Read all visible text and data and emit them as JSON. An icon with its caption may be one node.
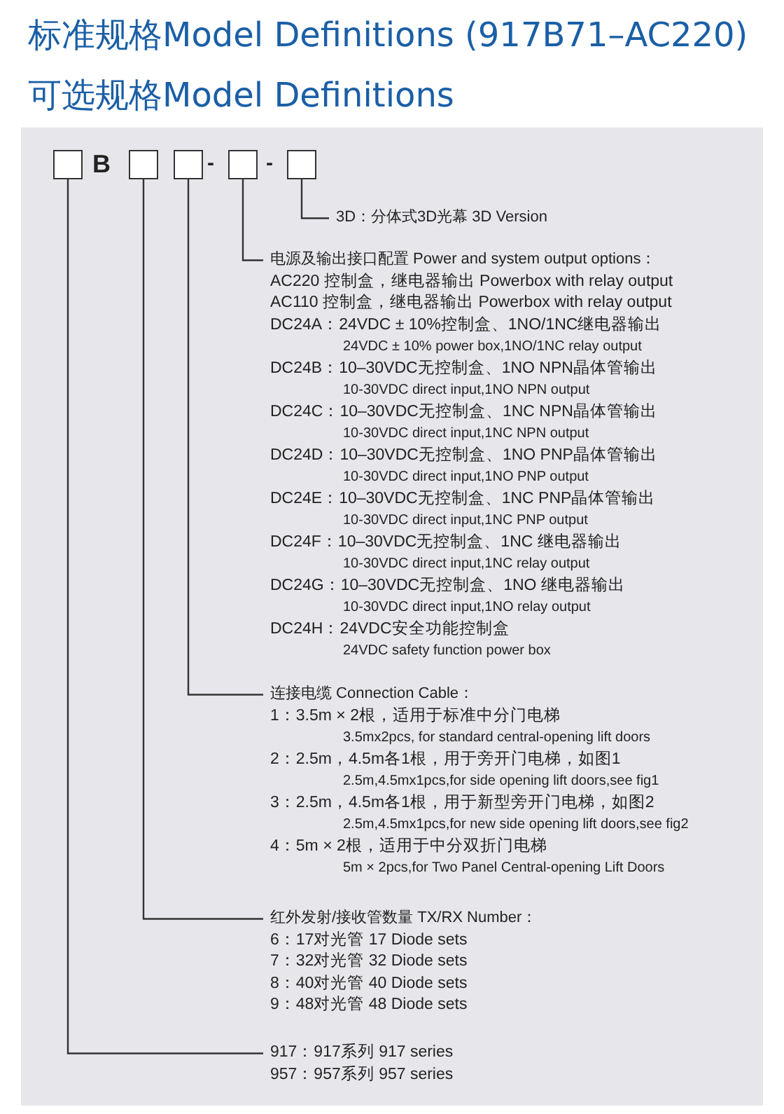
{
  "diagram": {
    "title": "标准规格Model Definitions (917B71–AC220)",
    "nodes": [
      {
        "text": [],
        "shape": "box"
      },
      {
        "text": [],
        "shape": "box"
      },
      {
        "text": [],
        "shape": "box"
      },
      {
        "text": [],
        "shape": "box"
      },
      {
        "text": [],
        "shape": "box"
      },
      {
        "text": [
          "3D：分体式3D光幕 3D Version"
        ]
      },
      {
        "text": [
          "电源及输出接口配置 Power and system output options：",
          "AC220 控制盒，继电器输出 Powerbox with relay output",
          "AC110 控制盒，继电器输出 Powerbox with relay output",
          "DC24A：24VDC ± 10%控制盒、1NO/1NC继电器输出",
          "24VDC ± 10% power box,1NO/1NC relay output",
          "DC24B：10–30VDC无控制盒、1NO NPN晶体管输出",
          "10-30VDC direct input,1NO NPN output",
          "DC24C：10–30VDC无控制盒、1NC NPN晶体管输出",
          "10-30VDC direct input,1NC NPN output",
          "DC24D：10–30VDC无控制盒、1NO PNP晶体管输出",
          "10-30VDC direct input,1NO PNP output",
          "DC24E：10–30VDC无控制盒、1NC PNP晶体管输出",
          "10-30VDC direct input,1NC PNP output",
          "DC24F：10–30VDC无控制盒、1NC 继电器输出",
          "10-30VDC direct input,1NC relay output",
          "DC24G：10–30VDC无控制盒、1NO 继电器输出",
          "10-30VDC direct input,1NO relay output",
          "DC24H：24VDC安全功能控制盒",
          "24VDC safety function power box"
        ]
      },
      {
        "text": [
          "连接电缆 Connection Cable：",
          "1：3.5m × 2根，适用于标准中分门电梯",
          "3.5mx2pcs, for standard central-opening lift doors",
          "2：2.5m，4.5m各1根，用于旁开门电梯，如图1",
          "2.5m,4.5mx1pcs,for side opening lift doors,see fig1",
          "3：2.5m，4.5m各1根，用于新型旁开门电梯，如图2",
          "2.5m,4.5mx1pcs,for new side opening lift doors,see fig2",
          "4：5m × 2根，适用于中分双折门电梯",
          "5m × 2pcs,for Two Panel Central-opening Lift Doors"
        ]
      },
      {
        "text": [
          "红外发射/接收管数量 TX/RX Number：",
          "6：17对光管  17 Diode sets",
          "7：32对光管  32 Diode sets",
          "8：40对光管  40 Diode sets",
          "9：48对光管  48 Diode sets"
        ]
      },
      {
        "text": [
          "917：917系列 917 series",
          "957：957系列 957 series"
        ]
      }
    ],
    "edges": [
      {
        "from": 0,
        "to": 9,
        "arrow": "none"
      },
      {
        "from": 1,
        "to": 8,
        "arrow": "none"
      },
      {
        "from": 2,
        "to": 7,
        "arrow": "none"
      },
      {
        "from": 3,
        "to": 6,
        "arrow": "none"
      },
      {
        "from": 4,
        "to": 5,
        "arrow": "none"
      }
    ],
    "labels": [
      "可选规格Model Definitions",
      "B",
      "-",
      "-"
    ]
  }
}
